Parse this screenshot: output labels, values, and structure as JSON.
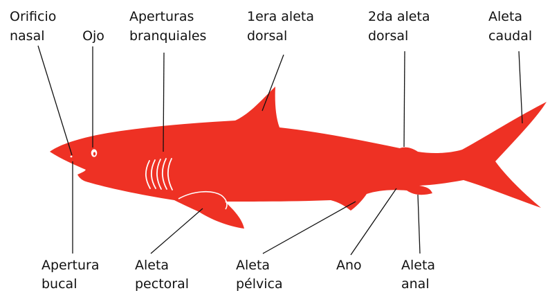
{
  "diagram": {
    "colors": {
      "body": "#ee3124",
      "detail": "#ffffff",
      "ink": "#111111"
    },
    "labels": {
      "orificio_nasal": [
        "Orificio",
        "nasal"
      ],
      "ojo": [
        "Ojo"
      ],
      "aperturas_branquiales": [
        "Aperturas",
        "branquiales"
      ],
      "primera_aleta_dorsal": [
        "1era aleta",
        "dorsal"
      ],
      "segunda_aleta_dorsal": [
        "2da aleta",
        "dorsal"
      ],
      "aleta_caudal": [
        "Aleta",
        "caudal"
      ],
      "apertura_bucal": [
        "Apertura",
        "bucal"
      ],
      "aleta_pectoral": [
        "Aleta",
        "pectoral"
      ],
      "aleta_pelvica": [
        "Aleta",
        "pélvica"
      ],
      "ano": [
        "Ano"
      ],
      "aleta_anal": [
        "Aleta",
        "anal"
      ]
    }
  }
}
